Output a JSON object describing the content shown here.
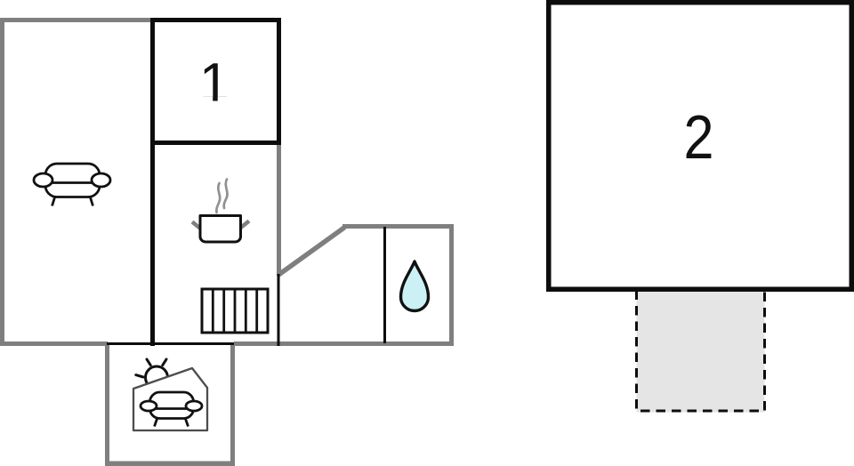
{
  "title": "Apartment floor plan",
  "rooms": [
    {
      "id": "room-1",
      "label": "1"
    },
    {
      "id": "room-2",
      "label": "2"
    }
  ],
  "areas": [
    {
      "name": "living-room",
      "icon": "sofa-icon"
    },
    {
      "name": "kitchen",
      "icons": [
        "cooking-pot-icon",
        "steam-icon",
        "radiator-icon"
      ]
    },
    {
      "name": "hallway",
      "icons": []
    },
    {
      "name": "bathroom",
      "icon": "water-drop-icon"
    },
    {
      "name": "conservatory",
      "icons": [
        "sun-icon",
        "house-icon",
        "sofa-icon"
      ]
    },
    {
      "name": "terrace",
      "style": "dashed-outline"
    }
  ],
  "colors": {
    "background": "#ffffff",
    "wall_gray": "#7f7f7f",
    "wall_black": "#0d0d0d",
    "icon_black": "#111111",
    "house_outline": "#4d4d4d",
    "steam_gray": "#919191",
    "handle_gray": "#7f7f7f",
    "terrace_fill": "#e5e5e5",
    "drop_fill": "#ccf1f4"
  }
}
